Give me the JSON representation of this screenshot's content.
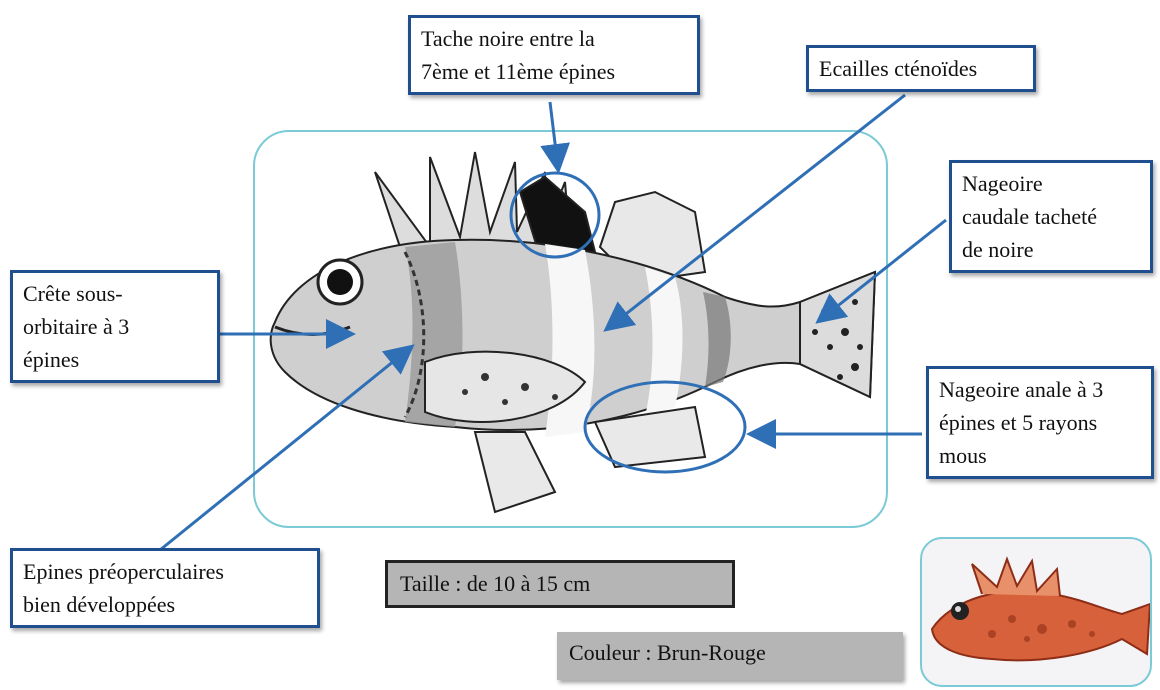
{
  "labels": {
    "black_spot": [
      "Tache noire entre la",
      "7ème et 11ème épines"
    ],
    "scales": "Ecailles cténoïdes",
    "caudal_fin": [
      "Nageoire",
      "caudale tacheté",
      "de noire"
    ],
    "suborbital_ridge": [
      "Crête sous-",
      "orbitaire à 3",
      "épines"
    ],
    "anal_fin": [
      "Nageoire anale à 3",
      "épines et 5 rayons",
      "mous"
    ],
    "preopercular_spines": [
      "Epines préoperculaires",
      "bien développées"
    ]
  },
  "info": {
    "size": "Taille : de 10 à 15 cm",
    "color": "Couleur : Brun-Rouge"
  },
  "colors": {
    "label_border": "#1f4f8f",
    "arrow": "#2f6fb6",
    "frame": "#7ccad6",
    "info_background": "#b5b5b5"
  }
}
